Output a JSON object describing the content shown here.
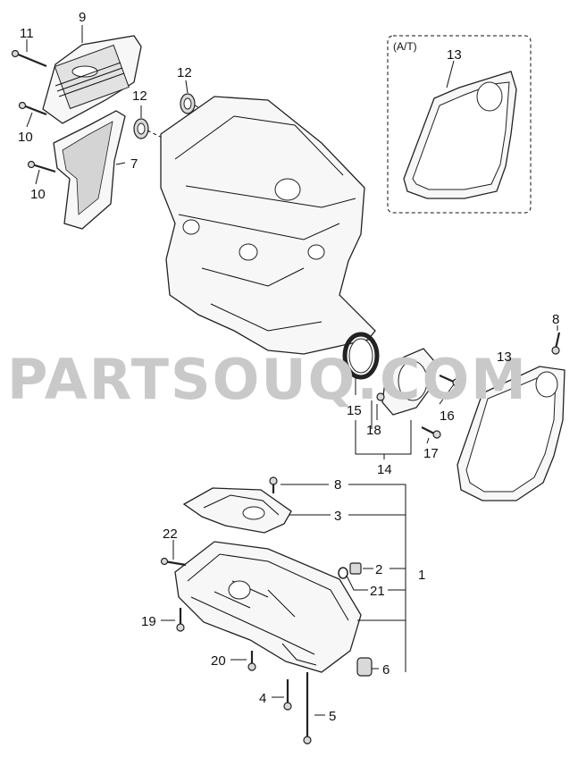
{
  "watermark": "PARTSOUQ.COM",
  "variant_label": "(A/T)",
  "callouts": {
    "c9": "9",
    "c11": "11",
    "c10a": "10",
    "c10b": "10",
    "c7": "7",
    "c12a": "12",
    "c12b": "12",
    "c13a": "13",
    "c13b": "13",
    "c8a": "8",
    "c8b": "8",
    "c15": "15",
    "c16": "16",
    "c17": "17",
    "c18": "18",
    "c14": "14",
    "c3": "3",
    "c22": "22",
    "c2": "2",
    "c1": "1",
    "c21": "21",
    "c19": "19",
    "c20": "20",
    "c6": "6",
    "c4": "4",
    "c5": "5"
  }
}
